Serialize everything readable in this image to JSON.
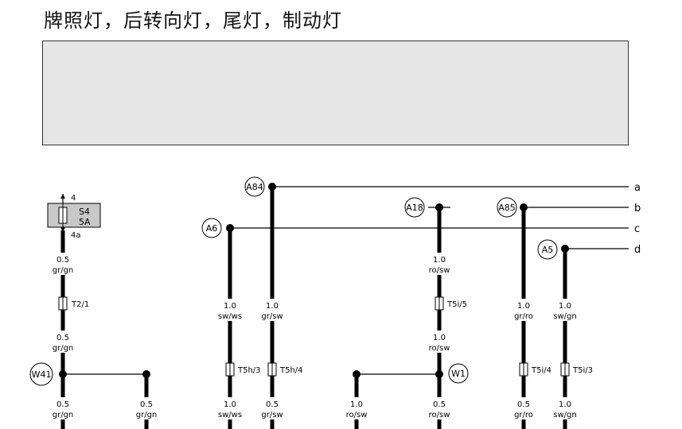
{
  "title": "牌照灯，后转向灯，尾灯，制动灯",
  "colors": {
    "wire": "#000000",
    "fuse_fill": "#c8c8c8",
    "legend_bg": "#e6e6e6"
  },
  "fuse": {
    "id": "S4",
    "rating": "5A",
    "pin_in": "4",
    "pin_out": "4a"
  },
  "bus_lines": [
    {
      "node": "A84",
      "label": "a"
    },
    {
      "node": "A85",
      "label": "b"
    },
    {
      "node": "A6",
      "label": "c"
    },
    {
      "node": "A5",
      "label": "d"
    }
  ],
  "nodes": [
    "A84",
    "A18",
    "A85",
    "A6",
    "A5",
    "W41",
    "W1"
  ],
  "connectors": [
    "T2/1",
    "T5h/3",
    "T5h/4",
    "T5i/5",
    "T5i/4",
    "T5i/3"
  ],
  "wires": {
    "w1_top": [
      "0.5",
      "gr/gn"
    ],
    "w1_mid": [
      "0.5",
      "gr/gn"
    ],
    "w1_bot": [
      "0.5",
      "gr/gn"
    ],
    "w1b_bot": [
      "0.5",
      "gr/gn"
    ],
    "w2_top": [
      "1.0",
      "sw/ws"
    ],
    "w2_bot": [
      "1.0",
      "sw/ws"
    ],
    "w3_top": [
      "1.0",
      "gr/sw"
    ],
    "w3_bot": [
      "0.5",
      "gr/sw"
    ],
    "w4_bot": [
      "1.0",
      "ro/sw"
    ],
    "w5_top": [
      "1.0",
      "ro/sw"
    ],
    "w5_mid": [
      "1.0",
      "ro/sw"
    ],
    "w5_bot": [
      "0.5",
      "ro/sw"
    ],
    "w6_top": [
      "1.0",
      "gr/ro"
    ],
    "w6_bot": [
      "0.5",
      "gr/ro"
    ],
    "w7_top": [
      "1.0",
      "sw/gn"
    ],
    "w7_bot": [
      "1.0",
      "sw/gn"
    ]
  }
}
